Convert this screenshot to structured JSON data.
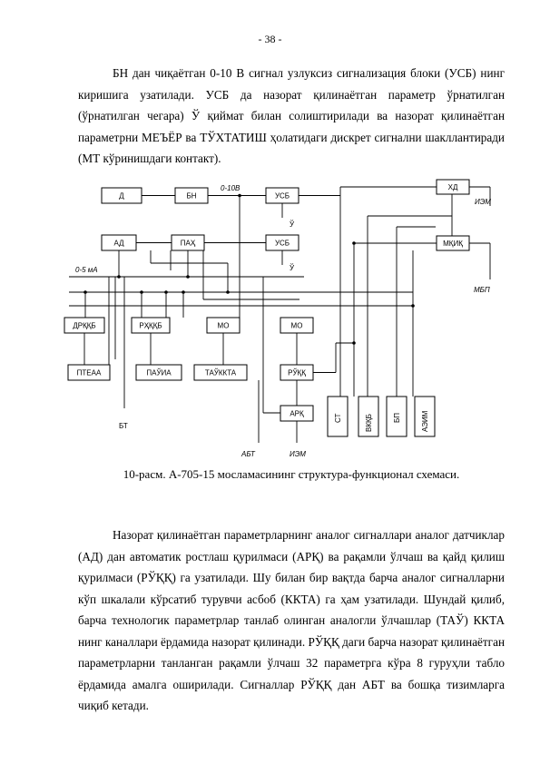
{
  "page_number": "- 38 -",
  "paragraph_1": "БН дан чиқаётган 0-10 В сигнал узлуксиз сигнализация блоки (УСБ) нинг киришига узатилади. УСБ да назорат қилинаётган параметр ўрнатилган (ўрнатилган чегара) Ў қиймат билан солиштирилади ва назорат қилинаётган параметрни МЕЪЁР ва ТЎХТАТИШ ҳолатидаги дискрет сигнални шакллантиради (МТ кўринишдаги контакт).",
  "diagram": {
    "blocks": {
      "d": "Д",
      "bn": "БН",
      "usb1": "УСБ",
      "hd": "ХД",
      "ad": "АД",
      "pah": "ПАҲ",
      "usb2": "УСБ",
      "mkik": "МҚИҚ",
      "drkkb": "ДРҚҚБ",
      "rhkkb": "РҲҚҚБ",
      "mo1": "МО",
      "mo2": "МО",
      "pteaa": "ПТЕАА",
      "pauia": "ПАЎИА",
      "taukkta": "ТАЎККТА",
      "rukk": "РЎҚҚ",
      "ark": "АРҚ",
      "st": "СТ",
      "vkkb": "ВКҚБ",
      "bp": "БП",
      "aeim": "АЭИМ"
    },
    "labels": {
      "v0_10": "0-10В",
      "ma0_5": "0-5 мА",
      "u1": "Ў",
      "u2": "Ў",
      "izm_top": "ИЭМ",
      "mbp": "МБП",
      "bt": "БТ",
      "abt": "АБТ",
      "izm_bottom": "ИЭМ"
    }
  },
  "caption": "10-расм. А-705-15 мосламасининг структура-функционал схемаси.",
  "paragraph_2": "Назорат қилинаётган параметрларнинг аналог сигналлари аналог датчиклар (АД) дан автоматик ростлаш қурилмаси (АРҚ) ва рақамли ўлчаш ва қайд қилиш қурилмаси (РЎҚҚ) га узатилади. Шу билан бир вақтда барча аналог сигналларни кўп шкалали кўрсатиб турувчи асбоб (ККТА) га ҳам узатилади. Шундай қилиб, барча технологик параметрлар танлаб олинган аналогли ўлчашлар (ТАЎ) ККТА нинг каналлари ёрдамида назорат қилинади. РЎҚҚ даги барча назорат қилинаётган параметрларни танланган рақамли ўлчаш 32 параметрга кўра 8 гуруҳли табло ёрдамида амалга оширилади. Сигналлар РЎҚҚ дан АБТ ва бошқа тизимларга чиқиб кетади."
}
